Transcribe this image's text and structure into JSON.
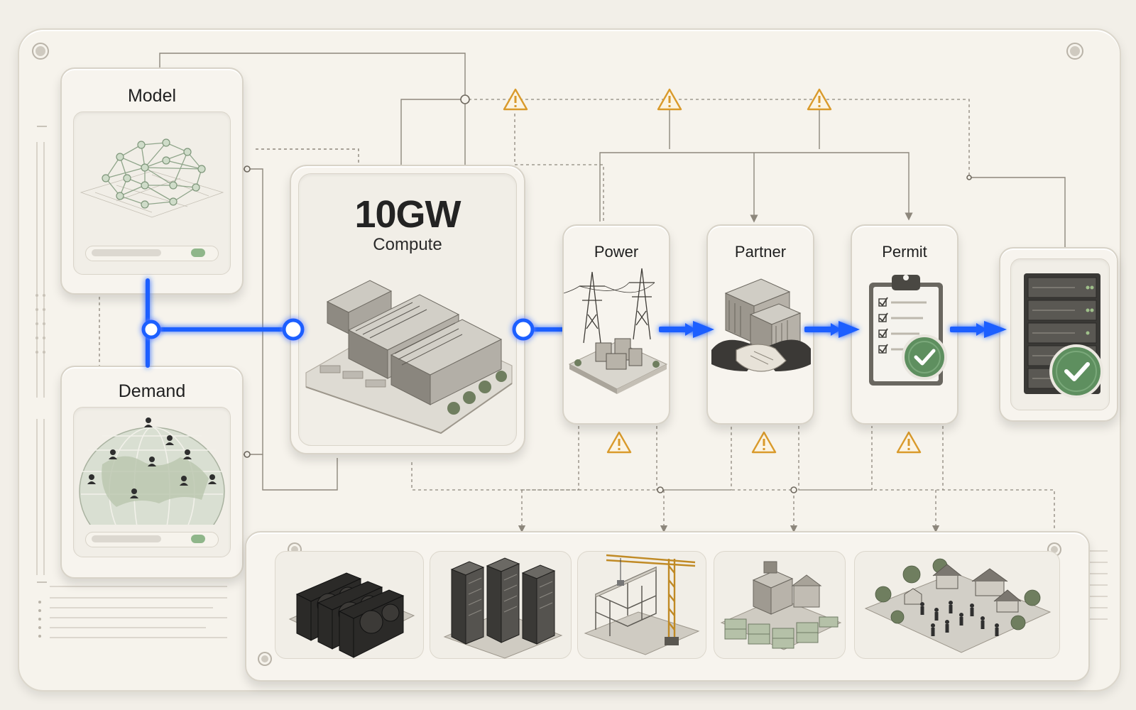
{
  "cards": {
    "model": {
      "title": "Model"
    },
    "demand": {
      "title": "Demand"
    },
    "compute": {
      "metric": "10GW",
      "label": "Compute"
    },
    "power": {
      "title": "Power"
    },
    "partner": {
      "title": "Partner"
    },
    "permit": {
      "title": "Permit"
    }
  },
  "resources": [
    "gpu-cards",
    "server-racks",
    "construction-crane",
    "bank-funding",
    "community-land"
  ],
  "colors": {
    "accent_blue": "#1f5eff",
    "warning": "#d99a2b",
    "success_green": "#5e8f5f",
    "board": "#f6f3ec"
  }
}
